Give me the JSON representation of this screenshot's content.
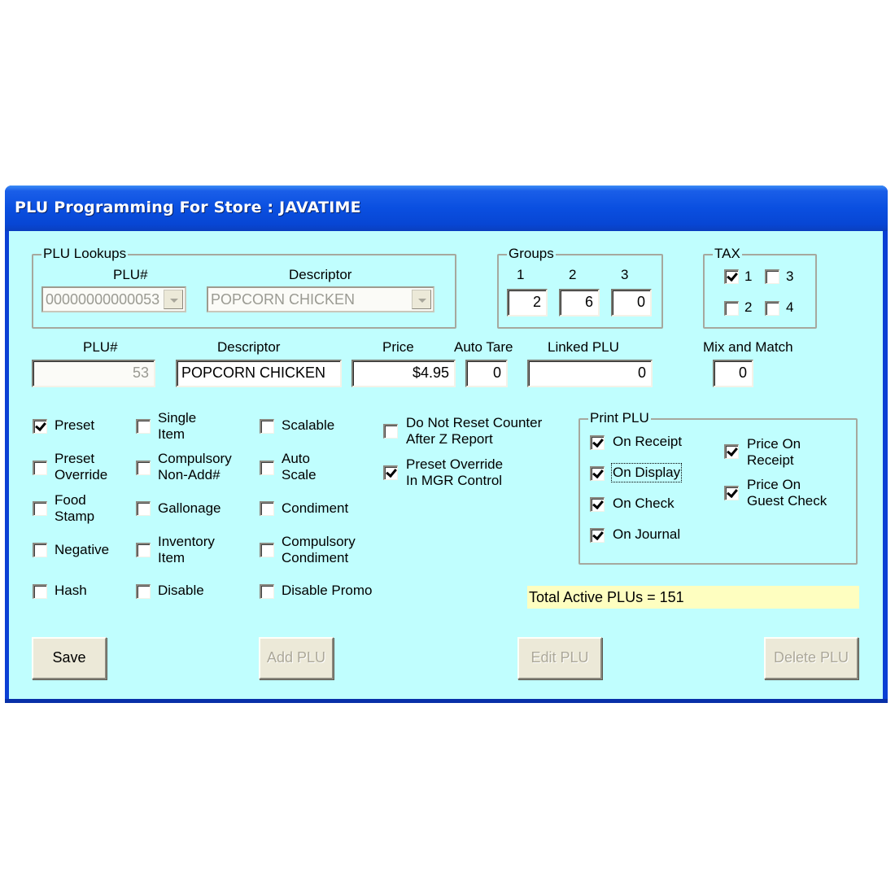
{
  "window": {
    "title": "PLU Programming For Store :  JAVATIME"
  },
  "lookups": {
    "legend": "PLU Lookups",
    "plu_label": "PLU#",
    "descriptor_label": "Descriptor",
    "plu_value": "00000000000053",
    "descriptor_value": "POPCORN CHICKEN"
  },
  "groups": {
    "legend": "Groups",
    "labels": [
      "1",
      "2",
      "3"
    ],
    "values": [
      "2",
      "6",
      "0"
    ]
  },
  "tax": {
    "legend": "TAX",
    "items": [
      {
        "label": "1",
        "checked": true
      },
      {
        "label": "3",
        "checked": false
      },
      {
        "label": "2",
        "checked": false
      },
      {
        "label": "4",
        "checked": false
      }
    ]
  },
  "fields": {
    "plu": {
      "label": "PLU#",
      "value": "53"
    },
    "descriptor": {
      "label": "Descriptor",
      "value": "POPCORN CHICKEN"
    },
    "price": {
      "label": "Price",
      "value": "$4.95"
    },
    "auto_tare": {
      "label": "Auto Tare",
      "value": "0"
    },
    "linked_plu": {
      "label": "Linked PLU",
      "value": "0"
    },
    "mix_match": {
      "label": "Mix and Match",
      "value": "0"
    }
  },
  "options": {
    "col1": [
      {
        "line1": "Preset",
        "line2": "",
        "checked": true
      },
      {
        "line1": "Preset",
        "line2": "Override",
        "checked": false
      },
      {
        "line1": "Food",
        "line2": "Stamp",
        "checked": false
      },
      {
        "line1": "Negative",
        "line2": "",
        "checked": false
      },
      {
        "line1": "Hash",
        "line2": "",
        "checked": false
      }
    ],
    "col2": [
      {
        "line1": "Single",
        "line2": "Item",
        "checked": false
      },
      {
        "line1": "Compulsory",
        "line2": "Non-Add#",
        "checked": false
      },
      {
        "line1": "Gallonage",
        "line2": "",
        "checked": false
      },
      {
        "line1": "Inventory",
        "line2": "Item",
        "checked": false
      },
      {
        "line1": "Disable",
        "line2": "",
        "checked": false
      }
    ],
    "col3": [
      {
        "line1": "Scalable",
        "line2": "",
        "checked": false
      },
      {
        "line1": "Auto",
        "line2": "Scale",
        "checked": false
      },
      {
        "line1": "Condiment",
        "line2": "",
        "checked": false
      },
      {
        "line1": "Compulsory",
        "line2": "Condiment",
        "checked": false
      },
      {
        "line1": "Disable Promo",
        "line2": "",
        "checked": false
      }
    ],
    "col4": [
      {
        "line1": "Do Not Reset Counter",
        "line2": "After Z Report",
        "checked": false
      },
      {
        "line1": "Preset Override",
        "line2": "In MGR Control",
        "checked": true
      }
    ]
  },
  "print_plu": {
    "legend": "Print PLU",
    "left": [
      {
        "label": "On Receipt",
        "checked": true
      },
      {
        "label": "On Display",
        "checked": true
      },
      {
        "label": "On Check",
        "checked": true
      },
      {
        "label": "On Journal",
        "checked": true
      }
    ],
    "right": [
      {
        "line1": "Price On",
        "line2": "Receipt",
        "checked": true
      },
      {
        "line1": "Price On",
        "line2": "Guest Check",
        "checked": true
      }
    ]
  },
  "status": {
    "total_active": "Total Active PLUs = 151"
  },
  "buttons": {
    "save": "Save",
    "add": "Add PLU",
    "edit": "Edit PLU",
    "delete": "Delete  PLU"
  },
  "colors": {
    "client_bg": "#c0fefe",
    "titlebar": "#0a4fe0",
    "status_bg": "#fefec0"
  }
}
